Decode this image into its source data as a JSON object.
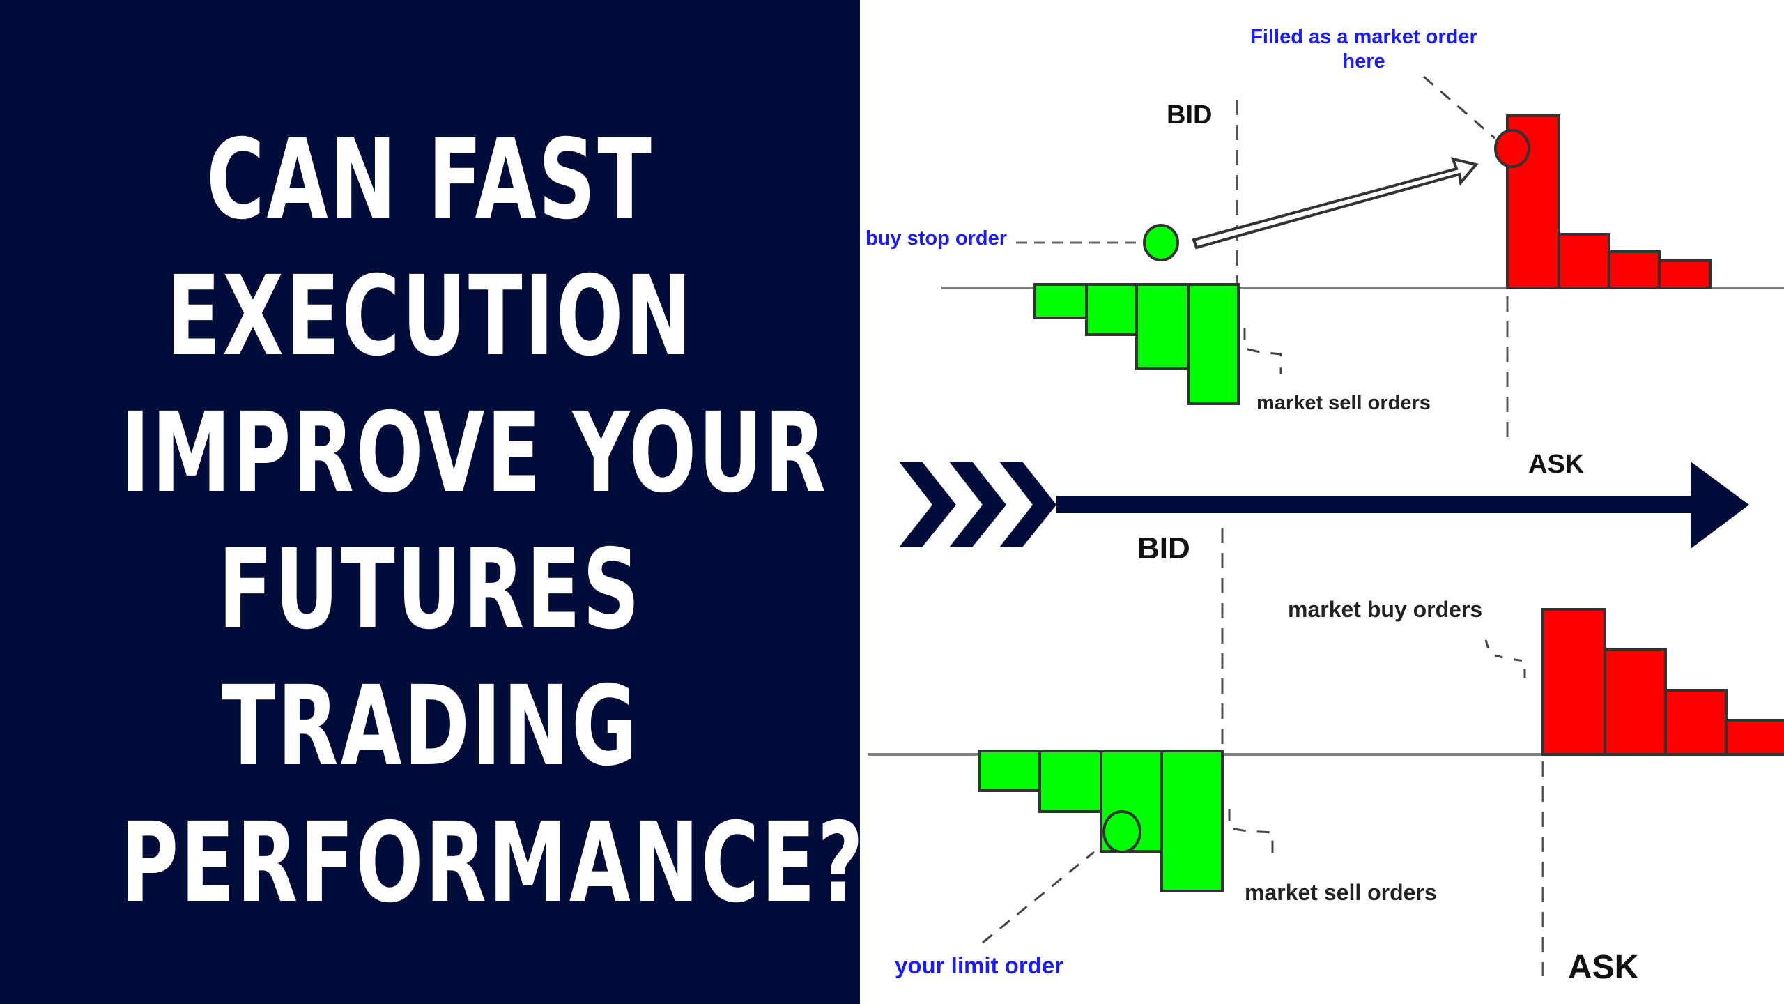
{
  "title": {
    "lines": [
      "CAN FAST",
      "EXECUTION",
      "IMPROVE YOUR",
      "FUTURES",
      "TRADING",
      "PERFORMANCE?"
    ],
    "background": "#000c3a",
    "color": "#ffffff"
  },
  "top_diagram": {
    "bid_label": "BID",
    "ask_label": "ASK",
    "buy_stop_label": "buy stop order",
    "filled_label_line1": "Filled as a market order",
    "filled_label_line2": "here",
    "sell_orders_label": "market sell orders",
    "bid_bar_color": "#00ff00",
    "ask_bar_color": "#ff0000"
  },
  "divider_arrow": {
    "color": "#000c3a"
  },
  "bottom_diagram": {
    "bid_label": "BID",
    "ask_label": "ASK",
    "buy_orders_label": "market buy orders",
    "sell_orders_label": "market sell orders",
    "limit_order_label": "your limit order"
  },
  "label_colors": {
    "annotation_blue": "#1a1aff",
    "annotation_dark": "#222222"
  }
}
